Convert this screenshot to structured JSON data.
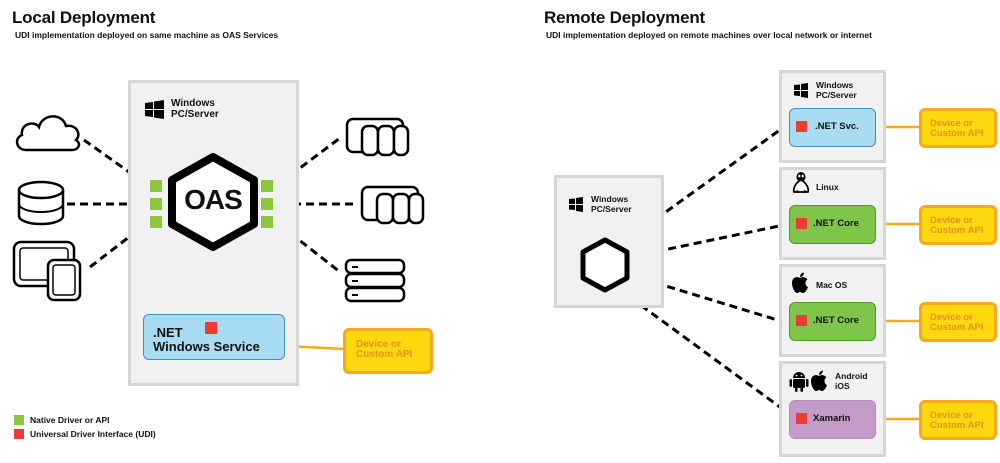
{
  "local": {
    "title": "Local Deployment",
    "subtitle": "UDI implementation deployed on same machine as OAS Services",
    "server_label_line1": "Windows",
    "server_label_line2": "PC/Server",
    "oas_label": "OAS",
    "service_line1": ".NET",
    "service_line2": "Windows Service",
    "device_line1": "Device or",
    "device_line2": "Custom API",
    "left_sources": [
      "cloud-icon",
      "database-icon",
      "tablet-phone-icon"
    ],
    "right_sources": [
      "plc-rack-icon",
      "plc-rack-icon",
      "server-stack-icon"
    ]
  },
  "remote": {
    "title": "Remote Deployment",
    "subtitle": "UDI implementation deployed on remote machines over local network or internet",
    "server_label_line1": "Windows",
    "server_label_line2": "PC/Server",
    "nodes": [
      {
        "os_icon": "windows-icon",
        "os_line1": "Windows",
        "os_line2": "PC/Server",
        "service": ".NET Svc.",
        "service_color": "blue",
        "device_line1": "Device or",
        "device_line2": "Custom API"
      },
      {
        "os_icon": "linux-icon",
        "os_line1": "Linux",
        "os_line2": "",
        "service": ".NET Core",
        "service_color": "green",
        "device_line1": "Device or",
        "device_line2": "Custom API"
      },
      {
        "os_icon": "apple-icon",
        "os_line1": "Mac OS",
        "os_line2": "",
        "service": ".NET Core",
        "service_color": "green",
        "device_line1": "Device or",
        "device_line2": "Custom API"
      },
      {
        "os_icon": "android-apple-icon",
        "os_line1": "Android",
        "os_line2": "iOS",
        "service": "Xamarin",
        "service_color": "purple",
        "device_line1": "Device or",
        "device_line2": "Custom API"
      }
    ]
  },
  "legend": [
    {
      "label": "Native Driver or API",
      "color": "#8cc63f"
    },
    {
      "label": "Universal Driver Interface (UDI)",
      "color": "#ee3b34"
    }
  ],
  "colors": {
    "native_green": "#8cc63f",
    "udi_red": "#ee3b34",
    "service_blue": "#a7dcf3",
    "service_green": "#7fc549",
    "service_purple": "#c39ac8",
    "device_yellow": "#ffd90f",
    "device_orange": "#f7a81b"
  }
}
